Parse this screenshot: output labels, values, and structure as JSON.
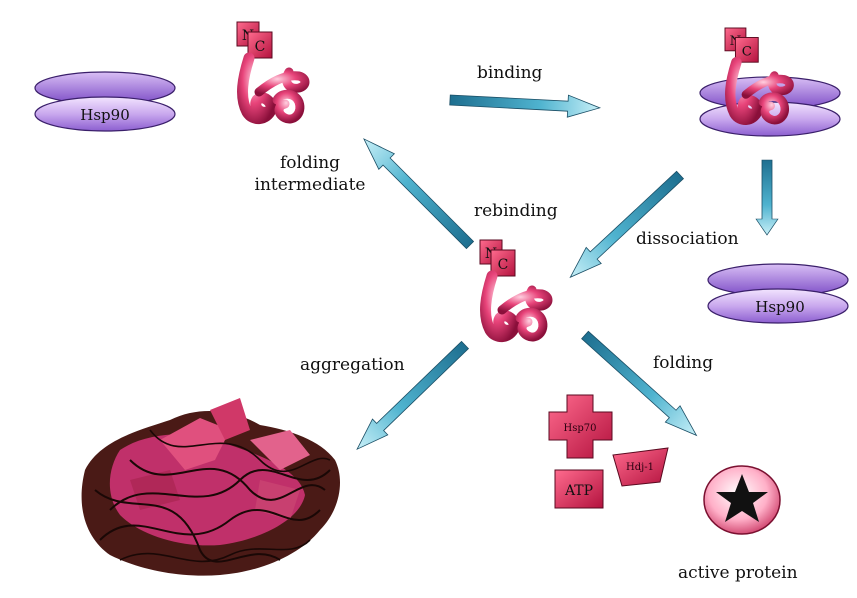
{
  "labels": {
    "hsp90_left": "Hsp90",
    "hsp90_right": "Hsp90",
    "folding_intermediate_line1": "folding",
    "folding_intermediate_line2": "intermediate",
    "binding": "binding",
    "rebinding": "rebinding",
    "dissociation": "dissociation",
    "aggregation": "aggregation",
    "folding": "folding",
    "active_protein": "active protein",
    "hsp70": "Hsp70",
    "hdj1": "Hdj-1",
    "atp": "ATP"
  },
  "domain_letters": {
    "n": "N",
    "c": "C"
  },
  "colors": {
    "background": "#ffffff",
    "hsp90_fill": "#c9a8ee",
    "hsp90_stroke": "#3a1f6a",
    "protein_pink": "#e8447a",
    "domain_box": "#e0305a",
    "arrow_teal": "#2e8faa",
    "arrow_light": "#a6dce8",
    "aggregate_dark": "#3a1512"
  }
}
